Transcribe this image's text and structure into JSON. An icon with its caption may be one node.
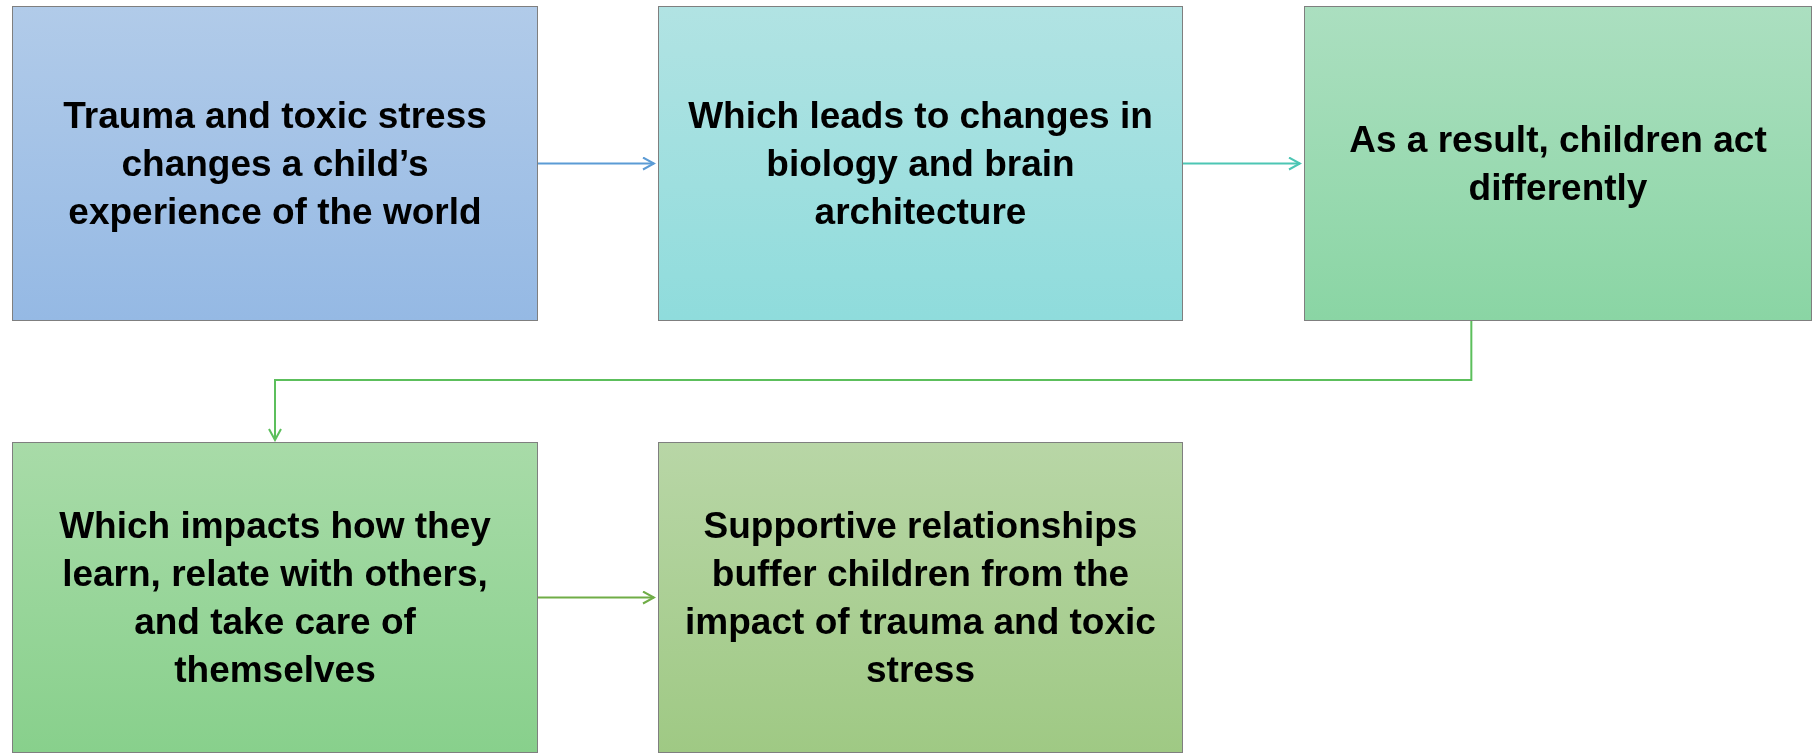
{
  "diagram": {
    "nodes": [
      {
        "text": [
          "Trauma and toxic stress changes a child’s experience of the world"
        ]
      },
      {
        "text": [
          "Which leads to changes in biology and brain architecture"
        ]
      },
      {
        "text": [
          "As a result, children act differently"
        ]
      },
      {
        "text": [
          "Which impacts how they learn, relate with others, and take care of themselves"
        ]
      },
      {
        "text": [
          "Supportive relationships buffer children from the impact of trauma and toxic stress"
        ]
      }
    ],
    "edges": [
      {
        "from": 0,
        "to": 1,
        "arrow": "to",
        "color": "#5b9bd5"
      },
      {
        "from": 1,
        "to": 2,
        "arrow": "to",
        "color": "#4cc6b4"
      },
      {
        "from": 2,
        "to": 3,
        "arrow": "to",
        "color": "#5cbf5c"
      },
      {
        "from": 3,
        "to": 4,
        "arrow": "to",
        "color": "#70ad47"
      }
    ]
  }
}
